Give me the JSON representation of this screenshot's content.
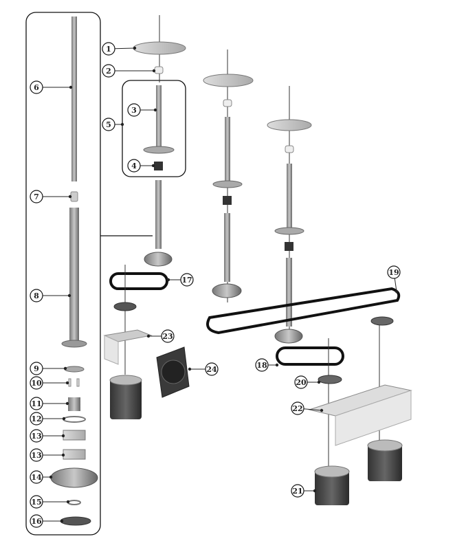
{
  "diagram": {
    "type": "exploded parts diagram",
    "callouts": [
      "1",
      "2",
      "3",
      "4",
      "5",
      "6",
      "7",
      "8",
      "9",
      "10",
      "11",
      "12",
      "13",
      "13",
      "14",
      "15",
      "16",
      "17",
      "18",
      "19",
      "20",
      "21",
      "22",
      "23",
      "24"
    ]
  },
  "colors": {
    "part": "#9a9a9a",
    "dark": "#4a4a4a",
    "belt": "#1a1a1a",
    "line": "#222222"
  }
}
